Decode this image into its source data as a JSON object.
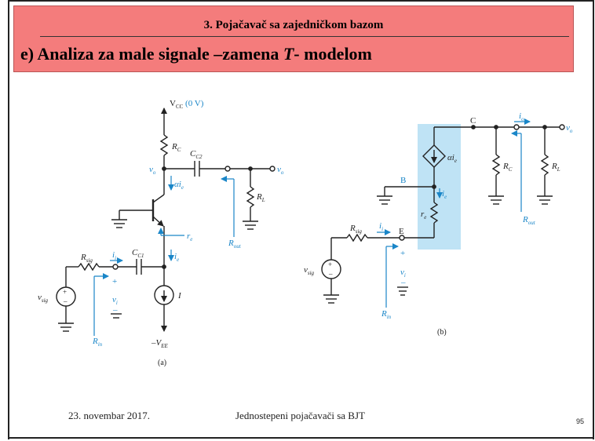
{
  "slide": {
    "header": "3. Pojačavač sa zajedničkom bazom",
    "subtitle_prefix": "e) Analiza za male signale –zamena ",
    "subtitle_italic": "T",
    "subtitle_suffix": "- modelom",
    "footer_date": "23. novembar 2017.",
    "footer_title": "Jednostepeni pojačavači sa BJT",
    "page_number": "95"
  },
  "colors": {
    "banner": "#f47c7c",
    "blue_label": "#1a86c8",
    "highlight": "#bfe3f5",
    "wire": "#222222"
  },
  "circuit_a": {
    "caption": "(a)",
    "vcc": "V",
    "vcc_sub": "CC",
    "vcc_val": " (0 V)",
    "rc": "R",
    "rc_sub": "C",
    "cc2": "C",
    "cc2_sub": "C2",
    "vo_node": "v",
    "vo_node_sub": "o",
    "vo_out": "v",
    "vo_out_sub": "o",
    "alpha_ie": "αi",
    "alpha_ie_sub": "e",
    "rl": "R",
    "rl_sub": "L",
    "rout": "R",
    "rout_sub": "out",
    "re": "r",
    "re_sub": "e",
    "ie": "i",
    "ie_sub": "e",
    "rsig": "R",
    "rsig_sub": "sig",
    "ii": "i",
    "ii_sub": "i",
    "cc1": "C",
    "cc1_sub": "C1",
    "plus": "+",
    "minus": "–",
    "vi": "v",
    "vi_sub": "i",
    "vsig": "v",
    "vsig_sub": "sig",
    "current_src": "I",
    "rin": "R",
    "rin_sub": "in",
    "vee": "–V",
    "vee_sub": "EE"
  },
  "circuit_b": {
    "caption": "(b)",
    "node_c": "C",
    "node_b": "B",
    "node_e": "E",
    "io": "i",
    "io_sub": "o",
    "vo": "v",
    "vo_sub": "o",
    "alpha_ie": "αi",
    "alpha_ie_sub": "e",
    "rc": "R",
    "rc_sub": "C",
    "rl": "R",
    "rl_sub": "L",
    "ie": "i",
    "ie_sub": "e",
    "re": "r",
    "re_sub": "e",
    "rout": "R",
    "rout_sub": "out",
    "rsig": "R",
    "rsig_sub": "sig",
    "ii": "i",
    "ii_sub": "i",
    "plus": "+",
    "minus": "–",
    "vi": "v",
    "vi_sub": "i",
    "vsig": "v",
    "vsig_sub": "sig",
    "rin": "R",
    "rin_sub": "in"
  }
}
